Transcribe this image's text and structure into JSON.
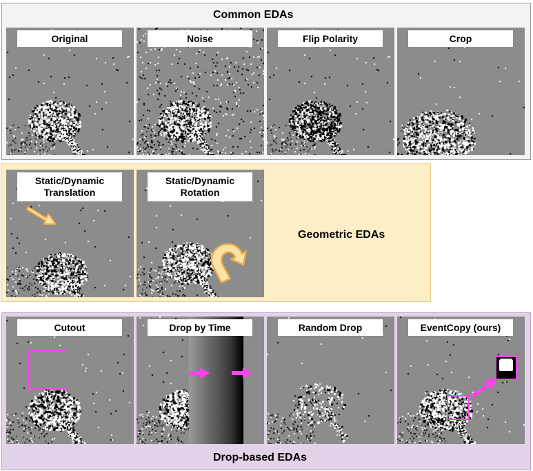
{
  "groups": {
    "common": {
      "title": "Common EDAs"
    },
    "geometric": {
      "title": "Geometric EDAs"
    },
    "drop": {
      "title": "Drop-based EDAs"
    }
  },
  "panels": {
    "original": "Original",
    "noise": "Noise",
    "flip_polarity": "Flip Polarity",
    "crop": "Crop",
    "translation": "Static/Dynamic\nTranslation",
    "rotation": "Static/Dynamic\nRotation",
    "cutout": "Cutout",
    "drop_by_time": "Drop by Time",
    "random_drop": "Random Drop",
    "eventcopy": "EventCopy (ours)"
  },
  "colors": {
    "panel_bg": "#8c8c8c",
    "highlight": "#ff44ee",
    "arrow_fill": "#fde3a8",
    "arrow_stroke": "#e8a94a"
  }
}
